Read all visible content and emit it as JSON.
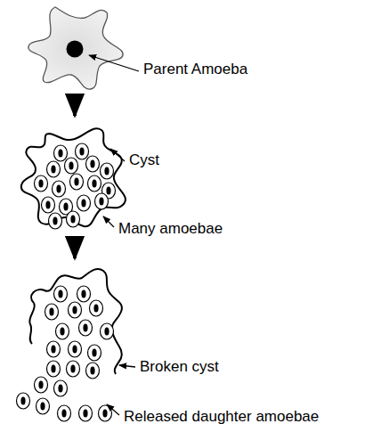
{
  "diagram": {
    "labels": [
      "Parent Amoeba",
      "Cyst",
      "Many amoebae",
      "Broken cyst",
      "Released daughter amoebae"
    ]
  }
}
